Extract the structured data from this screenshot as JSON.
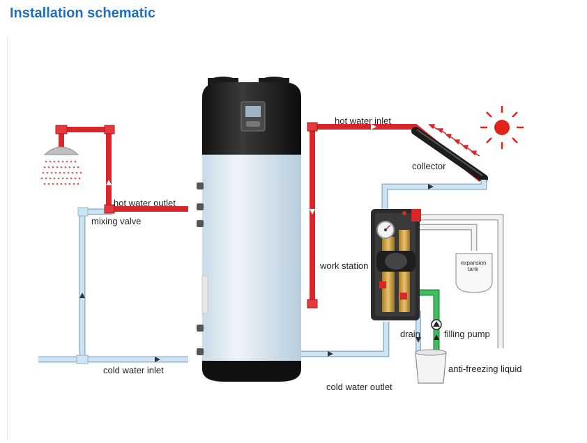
{
  "title": "Installation schematic",
  "labels": {
    "hot_water_outlet": "hot water outlet",
    "mixing_valve": "mixing valve",
    "cold_water_inlet": "cold water inlet",
    "hot_water_inlet": "hot water inlet",
    "collector": "collector",
    "work_station": "work station",
    "expansion_tank_1": "expansion",
    "expansion_tank_2": "tank",
    "drain": "drain",
    "filling_pump": "filling pump",
    "anti_freezing_liquid": "anti-freezing liquid",
    "cold_water_outlet": "cold water outlet"
  },
  "colors": {
    "title": "#1f6fbf",
    "hot_pipe": "#d8262b",
    "cold_pipe": "#b9d8ec",
    "cold_pipe_edge": "#8fb3cc",
    "green_pipe": "#2ea84a",
    "tank_body": "#dce9f2",
    "tank_top": "#1a1a1a",
    "sun": "#e3241b",
    "arrow_red": "#d8262b",
    "collector": "#1c1c1c"
  },
  "icons": [
    "shower-icon",
    "sun-icon",
    "pump-symbol-icon",
    "pressure-gauge-icon"
  ]
}
